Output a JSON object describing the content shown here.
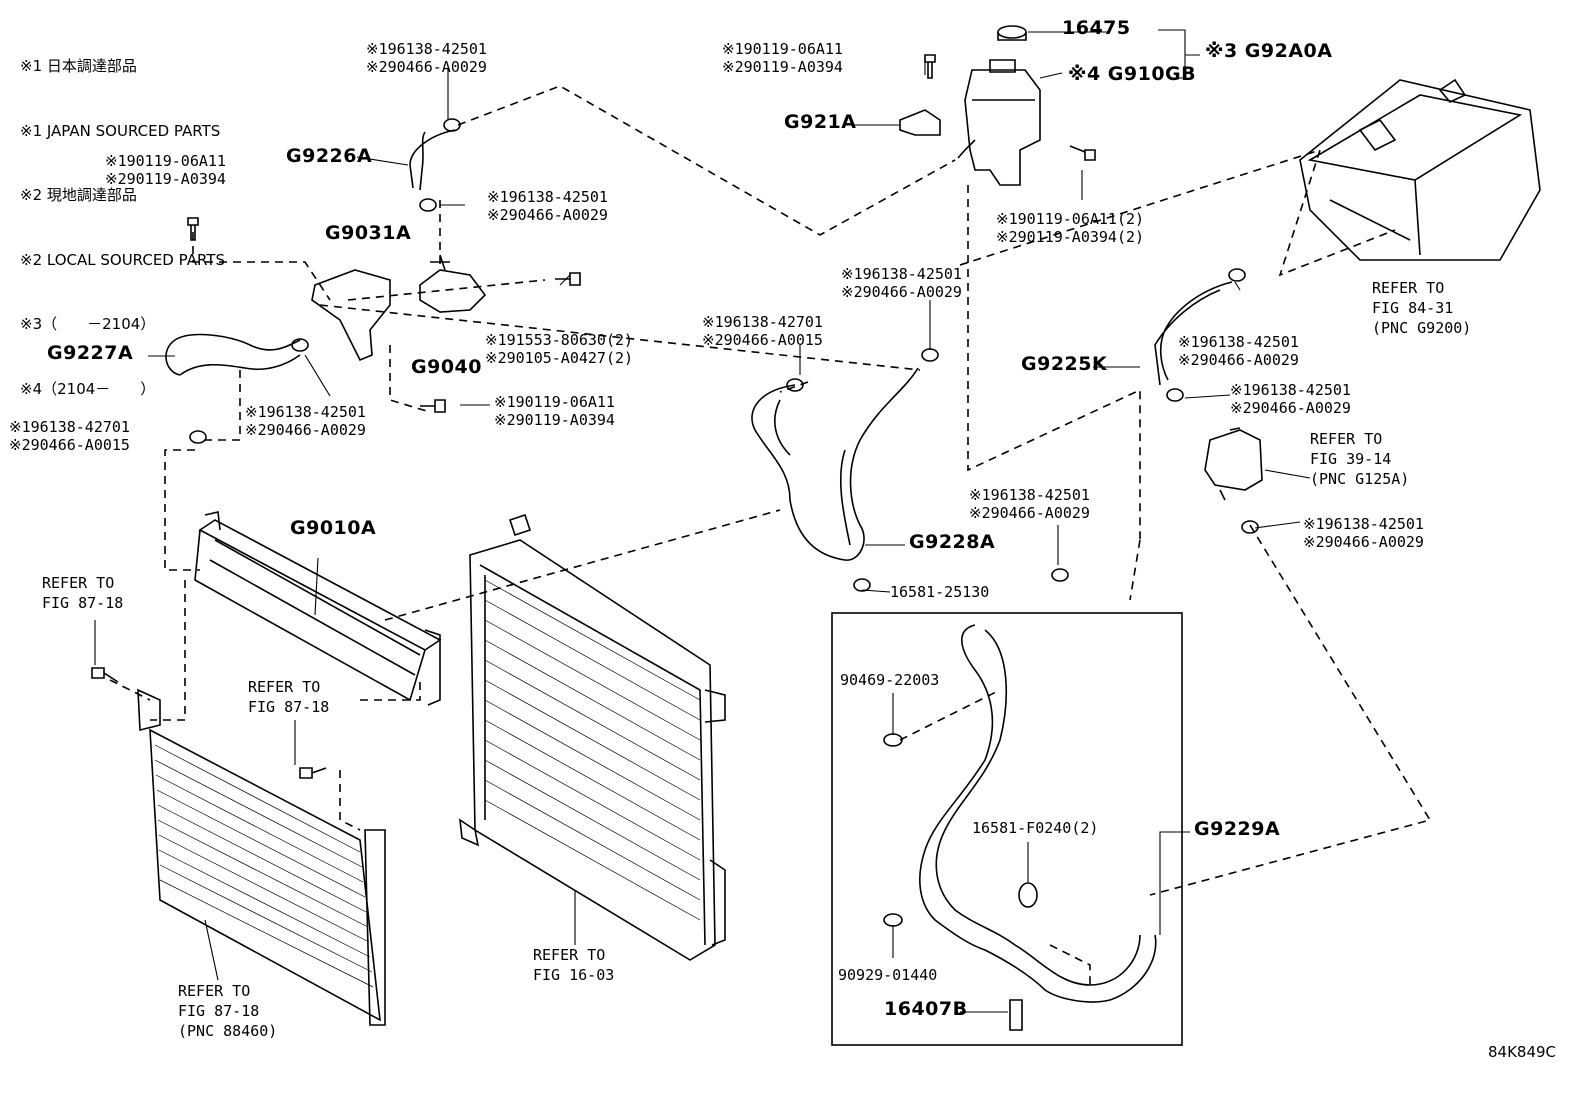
{
  "legend": [
    "※1 日本調達部品",
    "※1 JAPAN SOURCED PARTS",
    "※2 現地調達部品",
    "※2 LOCAL SOURCED PARTS",
    "※3（　　－2104）",
    "※4（2104－　　）"
  ],
  "callouts": {
    "c_16475": "16475",
    "c_g92a0a": "※3 G92A0A",
    "c_g910gb": "※4 G910GB",
    "c_g921a": "G921A",
    "c_clip_top_1": "※196138-42501",
    "c_clip_top_2": "※290466-A0029",
    "c_bolt_top_1": "※190119-06A11",
    "c_bolt_top_2": "※290119-A0394",
    "c_g9226a": "G9226A",
    "c_bolt_left_1": "※190119-06A11",
    "c_bolt_left_2": "※290119-A0394",
    "c_clip_mid_1": "※196138-42501",
    "c_clip_mid_2": "※290466-A0029",
    "c_g9031a": "G9031A",
    "c_bolt2_1": "※191553-80630(2)",
    "c_bolt2_2": "※290105-A0427(2)",
    "c_g9040": "G9040",
    "c_g9227a": "G9227A",
    "c_clip_g9227_1": "※196138-42501",
    "c_clip_g9227_2": "※290466-A0029",
    "c_bolt3_1": "※190119-06A11",
    "c_bolt3_2": "※290119-A0394",
    "c_clip_left_1": "※196138-42701",
    "c_clip_left_2": "※290466-A0015",
    "c_bolt_r_1": "※190119-06A11(2)",
    "c_bolt_r_2": "※290119-A0394(2)",
    "c_clip_g9228_1": "※196138-42501",
    "c_clip_g9228_2": "※290466-A0029",
    "c_clip_g9228b_1": "※196138-42701",
    "c_clip_g9228b_2": "※290466-A0015",
    "c_g9228a": "G9228A",
    "c_16581_25130": "16581-25130",
    "c_g9225k": "G9225K",
    "c_clip_g9225_1": "※196138-42501",
    "c_clip_g9225_2": "※290466-A0029",
    "c_clip_g9225b_1": "※196138-42501",
    "c_clip_g9225b_2": "※290466-A0029",
    "c_clip_low_1": "※196138-42501",
    "c_clip_low_2": "※290466-A0029",
    "c_clip_right_1": "※196138-42501",
    "c_clip_right_2": "※290466-A0029",
    "c_ref_g9200_1": "REFER TO",
    "c_ref_g9200_2": "FIG 84-31",
    "c_ref_g9200_3": "(PNC G9200)",
    "c_ref_g125a_1": "REFER TO",
    "c_ref_g125a_2": "FIG 39-14",
    "c_ref_g125a_3": "(PNC G125A)",
    "c_g9010a": "G9010A",
    "c_ref_8718a_1": "REFER TO",
    "c_ref_8718a_2": "FIG 87-18",
    "c_ref_8718b_1": "REFER TO",
    "c_ref_8718b_2": "FIG 87-18",
    "c_ref_88460_1": "REFER TO",
    "c_ref_88460_2": "FIG 87-18",
    "c_ref_88460_3": "(PNC 88460)",
    "c_ref_1603_1": "REFER TO",
    "c_ref_1603_2": "FIG 16-03",
    "c_90469": "90469-22003",
    "c_16581_f0240": "16581-F0240(2)",
    "c_g9229a": "G9229A",
    "c_90929": "90929-01440",
    "c_16407b": "16407B",
    "c_fig_id": "84K849C"
  }
}
